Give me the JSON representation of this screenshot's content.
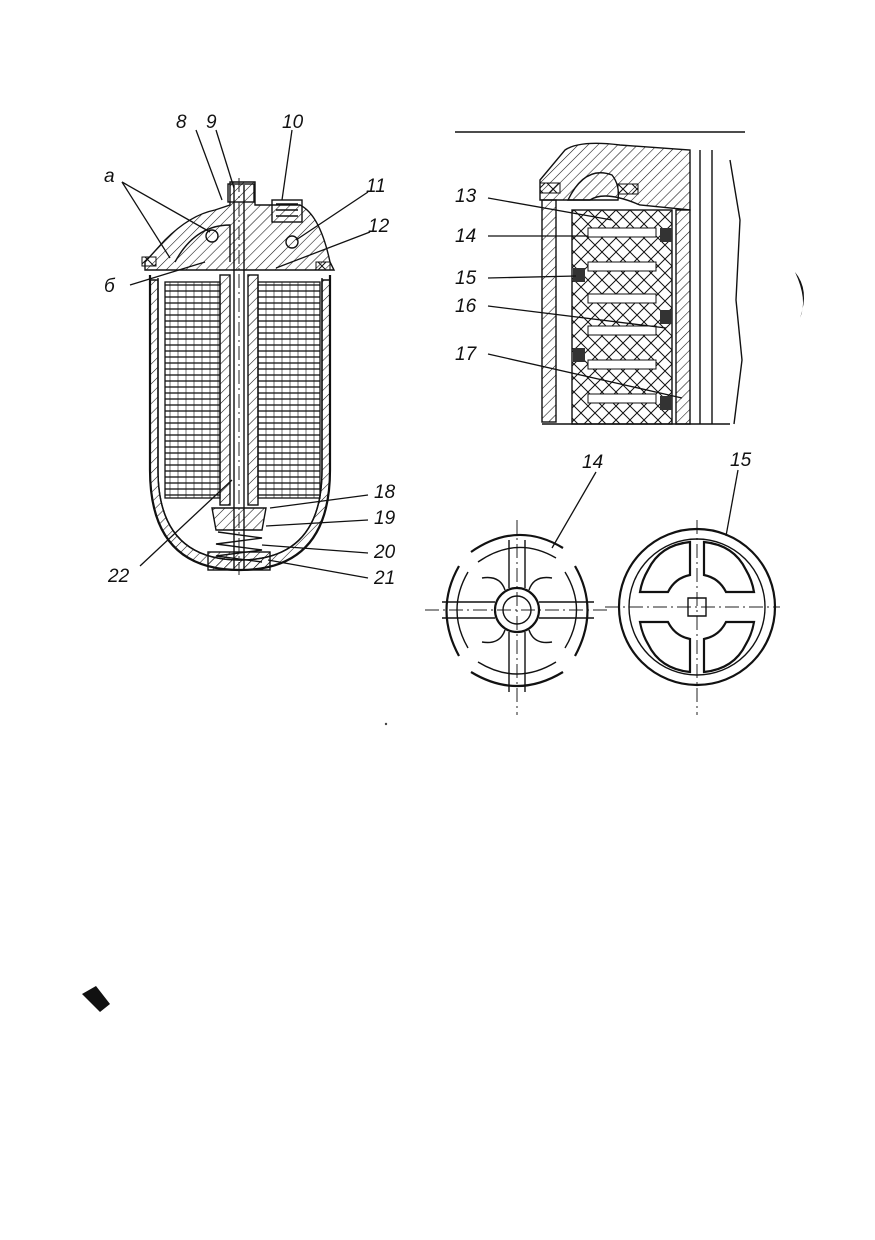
{
  "labels": {
    "a": "а",
    "b": "б",
    "n8": "8",
    "n9": "9",
    "n10": "10",
    "n11": "11",
    "n12": "12",
    "n13": "13",
    "n14": "14",
    "n15": "15",
    "n16": "16",
    "n17": "17",
    "n18": "18",
    "n19": "19",
    "n20": "20",
    "n21": "21",
    "n22": "22",
    "plate14": "14",
    "plate15": "15"
  },
  "colors": {
    "ink": "#111111",
    "paper": "#ffffff"
  }
}
